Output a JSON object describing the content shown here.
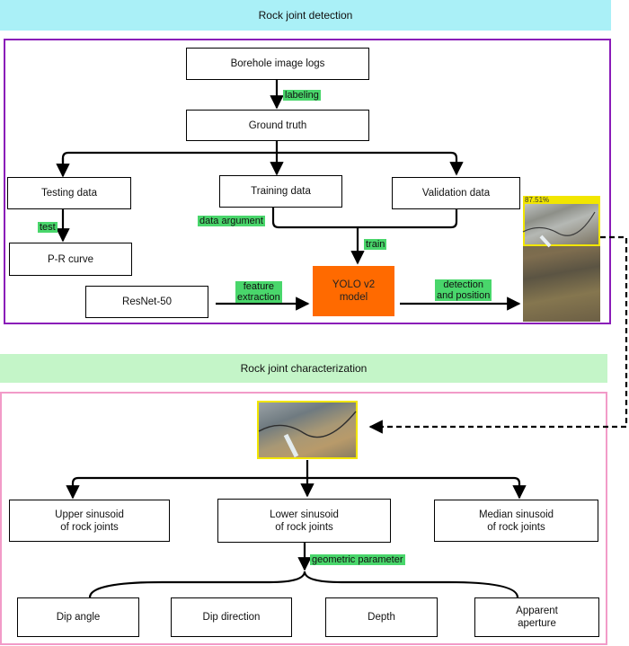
{
  "banners": {
    "detection": "Rock joint detection",
    "characterization": "Rock joint characterization"
  },
  "detection": {
    "borehole": "Borehole image logs",
    "labeling": "labeling",
    "ground_truth": "Ground truth",
    "testing": "Testing data",
    "training": "Training data",
    "validation": "Validation data",
    "test": "test",
    "data_argument": "data argument",
    "train": "train",
    "pr_curve": "P-R curve",
    "resnet": "ResNet-50",
    "feature_extraction": "feature\nextraction",
    "yolo": "YOLO v2\nmodel",
    "detection_position": "detection\nand position",
    "confidence": "87.51%"
  },
  "characterization": {
    "upper": "Upper  sinusoid\nof rock joints",
    "lower": "Lower sinusoid\nof rock joints",
    "median": "Median sinusoid\nof rock joints",
    "geometric": "geometric parameter",
    "dip_angle": "Dip angle",
    "dip_direction": "Dip direction",
    "depth": "Depth",
    "aperture": "Apparent\naperture"
  },
  "colors": {
    "banner_top": "#aaf0f7",
    "banner_bottom": "#c4f5c8",
    "frame_top": "#8a1bb8",
    "frame_bottom": "#f29bc8",
    "tag": "#49d66b",
    "yolo": "#ff6a00",
    "highlight": "#f2e600"
  }
}
